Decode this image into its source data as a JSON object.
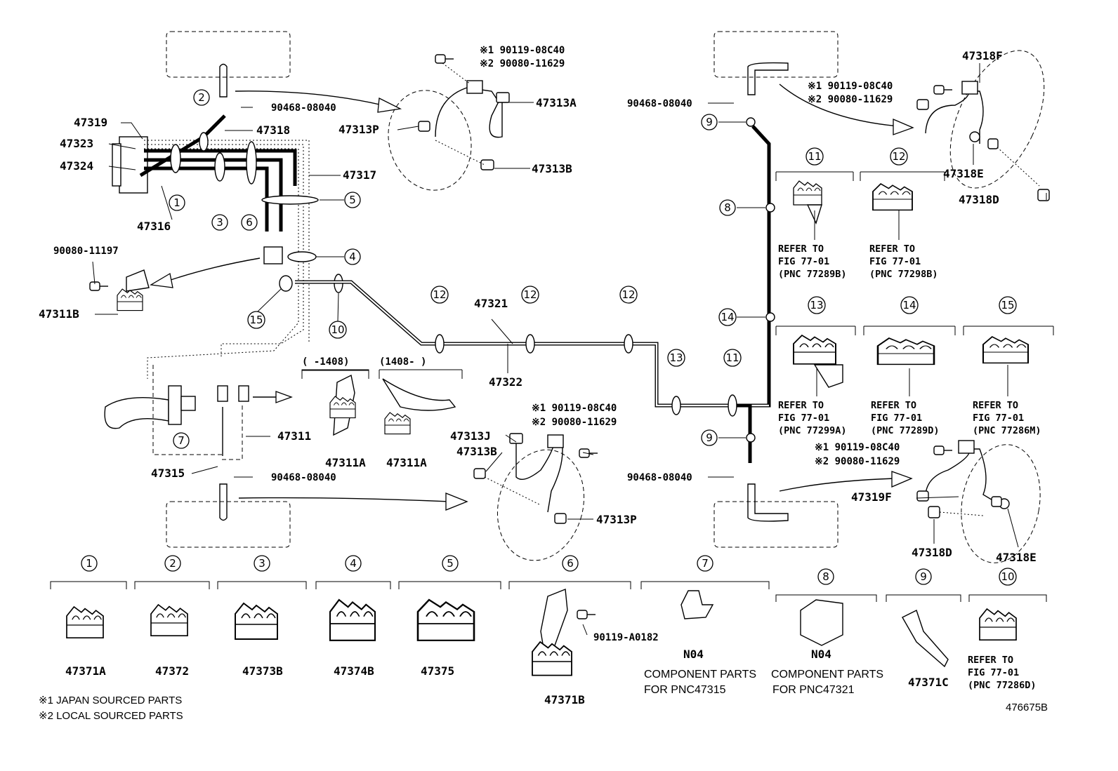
{
  "diagram_id": "476675B",
  "callouts": {
    "n1": "1",
    "n2": "2",
    "n3": "3",
    "n4": "4",
    "n5": "5",
    "n6": "6",
    "n7": "7",
    "n8": "8",
    "n9": "9",
    "n10": "10",
    "n11": "11",
    "n12": "12",
    "n13": "13",
    "n14": "14",
    "n15": "15"
  },
  "labels": {
    "p47319": "47319",
    "p47323": "47323",
    "p47324": "47324",
    "p47316": "47316",
    "p47318": "47318",
    "p47317": "47317",
    "p90468": "90468-08040",
    "p47313A": "47313A",
    "p47313P": "47313P",
    "p47313B": "47313B",
    "p90080_11197": "90080-11197",
    "p47311B": "47311B",
    "p47321": "47321",
    "p47322": "47322",
    "p47311": "47311",
    "p47315": "47315",
    "p47311A": "47311A",
    "p47313J": "47313J",
    "p47318F": "47318F",
    "p47318E": "47318E",
    "p47318D": "47318D",
    "p47319F": "47319F",
    "p1408a": "(    -1408)",
    "p1408b": "(1408-    )",
    "bolt1": "※1 90119-08C40",
    "bolt2": "※2 90080-11629",
    "p90119_A0182": "90119-A0182"
  },
  "clips_bottom": [
    {
      "num": "1",
      "label": "47371A"
    },
    {
      "num": "2",
      "label": "47372"
    },
    {
      "num": "3",
      "label": "47373B"
    },
    {
      "num": "4",
      "label": "47374B"
    },
    {
      "num": "5",
      "label": "47375"
    },
    {
      "num": "6",
      "label": "47371B"
    },
    {
      "num": "7",
      "label": "N04"
    },
    {
      "num": "8",
      "label": "N04"
    },
    {
      "num": "9",
      "label": "47371C"
    },
    {
      "num": "10",
      "label": "REFER TO"
    }
  ],
  "refer": {
    "r11": [
      "REFER TO",
      "FIG 77-01",
      "(PNC 77289B)"
    ],
    "r12": [
      "REFER TO",
      "FIG 77-01",
      "(PNC 77298B)"
    ],
    "r13": [
      "REFER TO",
      "FIG 77-01",
      "(PNC 77299A)"
    ],
    "r14": [
      "REFER TO",
      "FIG 77-01",
      "(PNC 77289D)"
    ],
    "r15": [
      "REFER TO",
      "FIG 77-01",
      "(PNC 77286M)"
    ],
    "r10": [
      "REFER TO",
      "FIG 77-01",
      "(PNC 77286D)"
    ]
  },
  "component_notes": {
    "c7a": "COMPONENT PARTS",
    "c7b": "FOR PNC47315",
    "c8a": "COMPONENT PARTS",
    "c8b": "FOR PNC47321"
  },
  "footnotes": {
    "f1": "※1 JAPAN SOURCED PARTS",
    "f2": "※2 LOCAL SOURCED PARTS"
  }
}
